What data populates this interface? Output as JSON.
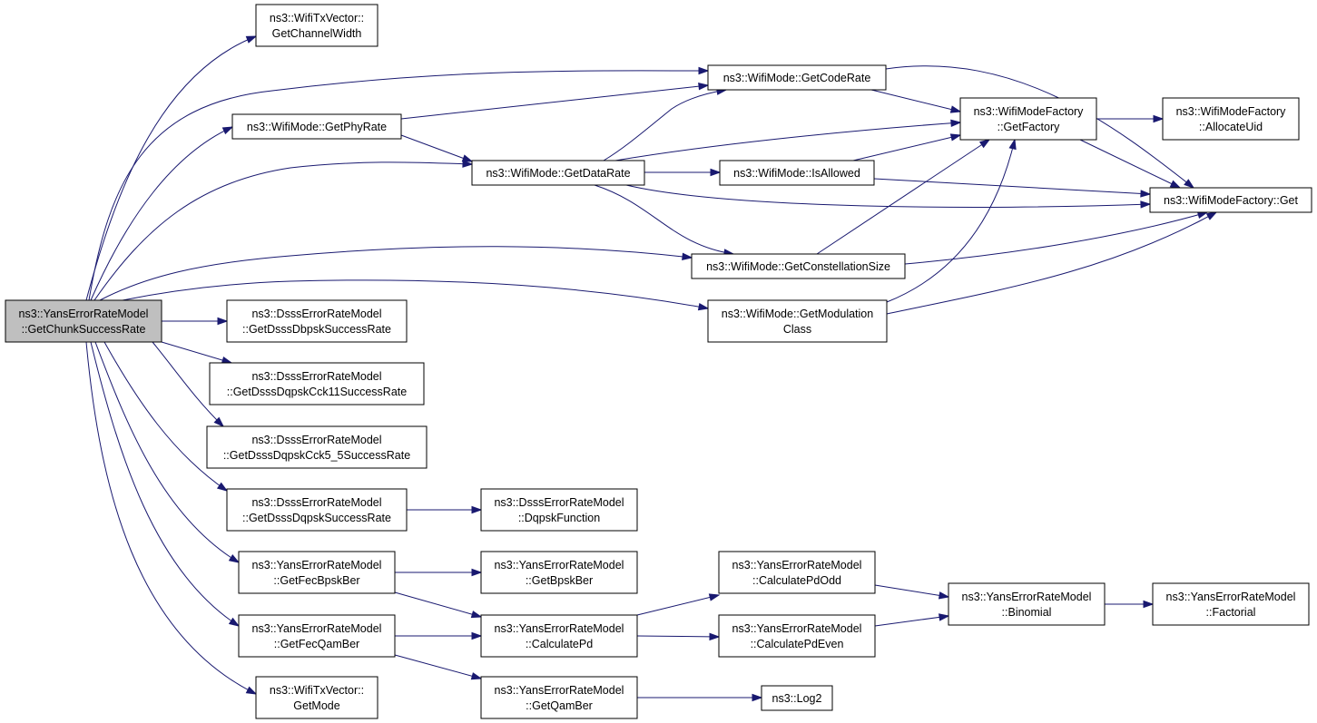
{
  "nodes": {
    "root": {
      "lines": [
        "ns3::YansErrorRateModel",
        "::GetChunkSuccessRate"
      ],
      "kind": "root"
    },
    "txChannelWidth": {
      "lines": [
        "ns3::WifiTxVector::",
        "GetChannelWidth"
      ]
    },
    "getPhyRate": {
      "lines": [
        "ns3::WifiMode::GetPhyRate"
      ]
    },
    "getCodeRate": {
      "lines": [
        "ns3::WifiMode::GetCodeRate"
      ]
    },
    "getDataRate": {
      "lines": [
        "ns3::WifiMode::GetDataRate"
      ]
    },
    "factoryGetFactory": {
      "lines": [
        "ns3::WifiModeFactory",
        "::GetFactory"
      ]
    },
    "allocateUid": {
      "lines": [
        "ns3::WifiModeFactory",
        "::AllocateUid"
      ]
    },
    "isAllowed": {
      "lines": [
        "ns3::WifiMode::IsAllowed"
      ]
    },
    "factoryGet": {
      "lines": [
        "ns3::WifiModeFactory::Get"
      ]
    },
    "constellationSize": {
      "lines": [
        "ns3::WifiMode::GetConstellationSize"
      ]
    },
    "modulationClass": {
      "lines": [
        "ns3::WifiMode::GetModulation",
        "Class"
      ]
    },
    "dbpsk": {
      "lines": [
        "ns3::DsssErrorRateModel",
        "::GetDsssDbpskSuccessRate"
      ]
    },
    "dqpskCck11": {
      "lines": [
        "ns3::DsssErrorRateModel",
        "::GetDsssDqpskCck11SuccessRate"
      ]
    },
    "dqpskCck55": {
      "lines": [
        "ns3::DsssErrorRateModel",
        "::GetDsssDqpskCck5_5SuccessRate"
      ]
    },
    "dqpsk": {
      "lines": [
        "ns3::DsssErrorRateModel",
        "::GetDsssDqpskSuccessRate"
      ]
    },
    "dqpskFunction": {
      "lines": [
        "ns3::DsssErrorRateModel",
        "::DqpskFunction"
      ]
    },
    "fecBpskBer": {
      "lines": [
        "ns3::YansErrorRateModel",
        "::GetFecBpskBer"
      ]
    },
    "bpskBer": {
      "lines": [
        "ns3::YansErrorRateModel",
        "::GetBpskBer"
      ]
    },
    "fecQamBer": {
      "lines": [
        "ns3::YansErrorRateModel",
        "::GetFecQamBer"
      ]
    },
    "calculatePd": {
      "lines": [
        "ns3::YansErrorRateModel",
        "::CalculatePd"
      ]
    },
    "calculatePdOdd": {
      "lines": [
        "ns3::YansErrorRateModel",
        "::CalculatePdOdd"
      ]
    },
    "calculatePdEven": {
      "lines": [
        "ns3::YansErrorRateModel",
        "::CalculatePdEven"
      ]
    },
    "binomial": {
      "lines": [
        "ns3::YansErrorRateModel",
        "::Binomial"
      ]
    },
    "factorial": {
      "lines": [
        "ns3::YansErrorRateModel",
        "::Factorial"
      ]
    },
    "qamBer": {
      "lines": [
        "ns3::YansErrorRateModel",
        "::GetQamBer"
      ]
    },
    "log2": {
      "lines": [
        "ns3::Log2"
      ]
    },
    "txGetMode": {
      "lines": [
        "ns3::WifiTxVector::",
        "GetMode"
      ]
    }
  },
  "edges": [
    [
      "root",
      "txChannelWidth"
    ],
    [
      "root",
      "getCodeRate"
    ],
    [
      "root",
      "getPhyRate"
    ],
    [
      "root",
      "getDataRate"
    ],
    [
      "root",
      "constellationSize"
    ],
    [
      "root",
      "modulationClass"
    ],
    [
      "root",
      "dbpsk"
    ],
    [
      "root",
      "dqpskCck11"
    ],
    [
      "root",
      "dqpskCck55"
    ],
    [
      "root",
      "dqpsk"
    ],
    [
      "root",
      "fecBpskBer"
    ],
    [
      "root",
      "fecQamBer"
    ],
    [
      "root",
      "txGetMode"
    ],
    [
      "getPhyRate",
      "getCodeRate"
    ],
    [
      "getPhyRate",
      "getDataRate"
    ],
    [
      "getCodeRate",
      "factoryGetFactory"
    ],
    [
      "getCodeRate",
      "factoryGet"
    ],
    [
      "getDataRate",
      "getCodeRate"
    ],
    [
      "getDataRate",
      "factoryGetFactory"
    ],
    [
      "getDataRate",
      "isAllowed"
    ],
    [
      "getDataRate",
      "factoryGet"
    ],
    [
      "getDataRate",
      "constellationSize"
    ],
    [
      "factoryGetFactory",
      "allocateUid"
    ],
    [
      "factoryGetFactory",
      "factoryGet"
    ],
    [
      "isAllowed",
      "factoryGetFactory"
    ],
    [
      "isAllowed",
      "factoryGet"
    ],
    [
      "constellationSize",
      "factoryGetFactory"
    ],
    [
      "constellationSize",
      "factoryGet"
    ],
    [
      "modulationClass",
      "factoryGetFactory"
    ],
    [
      "modulationClass",
      "factoryGet"
    ],
    [
      "dqpsk",
      "dqpskFunction"
    ],
    [
      "fecBpskBer",
      "bpskBer"
    ],
    [
      "fecBpskBer",
      "calculatePd"
    ],
    [
      "fecQamBer",
      "calculatePd"
    ],
    [
      "fecQamBer",
      "qamBer"
    ],
    [
      "calculatePd",
      "calculatePdOdd"
    ],
    [
      "calculatePd",
      "calculatePdEven"
    ],
    [
      "calculatePdOdd",
      "binomial"
    ],
    [
      "calculatePdEven",
      "binomial"
    ],
    [
      "binomial",
      "factorial"
    ],
    [
      "qamBer",
      "log2"
    ]
  ]
}
